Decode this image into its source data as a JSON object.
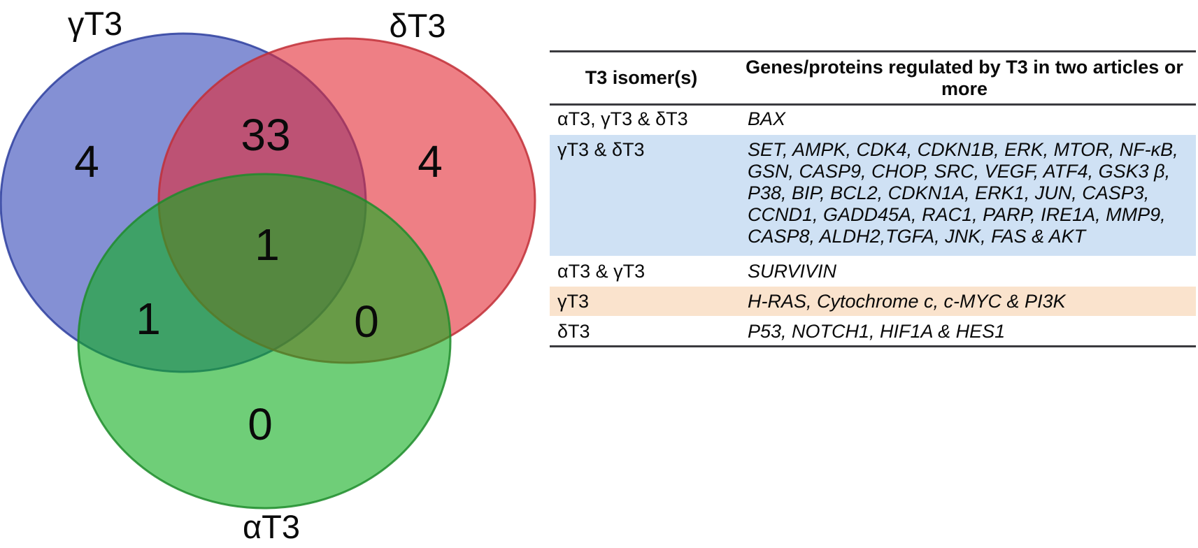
{
  "figure": {
    "type": "three-set venn diagram with summary table",
    "background": "#ffffff"
  },
  "venn": {
    "labels": {
      "gamma": "γT3",
      "delta": "δT3",
      "alpha": "αT3"
    },
    "counts": {
      "gamma_only": "4",
      "delta_only": "4",
      "alpha_only": "0",
      "gamma_delta": "33",
      "gamma_alpha": "1",
      "delta_alpha": "0",
      "gamma_delta_alpha": "1"
    },
    "colors": {
      "gamma_fill": "#3246b7",
      "delta_fill": "#e32a34",
      "alpha_fill": "#0fad1e",
      "gamma_stroke": "#2e3f9f",
      "delta_stroke": "#c12f37",
      "alpha_stroke": "#1f8c2b"
    }
  },
  "table": {
    "col_headers": [
      "T3 isomer(s)",
      "Genes/proteins regulated by T3 in two articles or more"
    ],
    "rows": [
      {
        "isomers": "αT3, γT3 & δT3",
        "genes": "BAX",
        "highlight": "white"
      },
      {
        "isomers": "γT3 & δT3",
        "genes": "SET, AMPK, CDK4, CDKN1B, ERK, MTOR, NF-κB, GSN, CASP9, CHOP, SRC, VEGF, ATF4, GSK3 β, P38, BIP, BCL2, CDKN1A, ERK1, JUN, CASP3, CCND1, GADD45A, RAC1, PARP, IRE1A, MMP9, CASP8, ALDH2,TGFA, JNK, FAS & AKT",
        "highlight": "blue"
      },
      {
        "isomers": "αT3 & γT3",
        "genes": "SURVIVIN",
        "highlight": "white"
      },
      {
        "isomers": "γT3",
        "genes": "H-RAS, Cytochrome c, c-MYC & PI3K",
        "highlight": "orange"
      },
      {
        "isomers": "δT3",
        "genes": "P53, NOTCH1, HIF1A & HES1",
        "highlight": "white"
      }
    ],
    "highlight_colors": {
      "blue": "#cfe1f4",
      "orange": "#fae3cd"
    }
  }
}
